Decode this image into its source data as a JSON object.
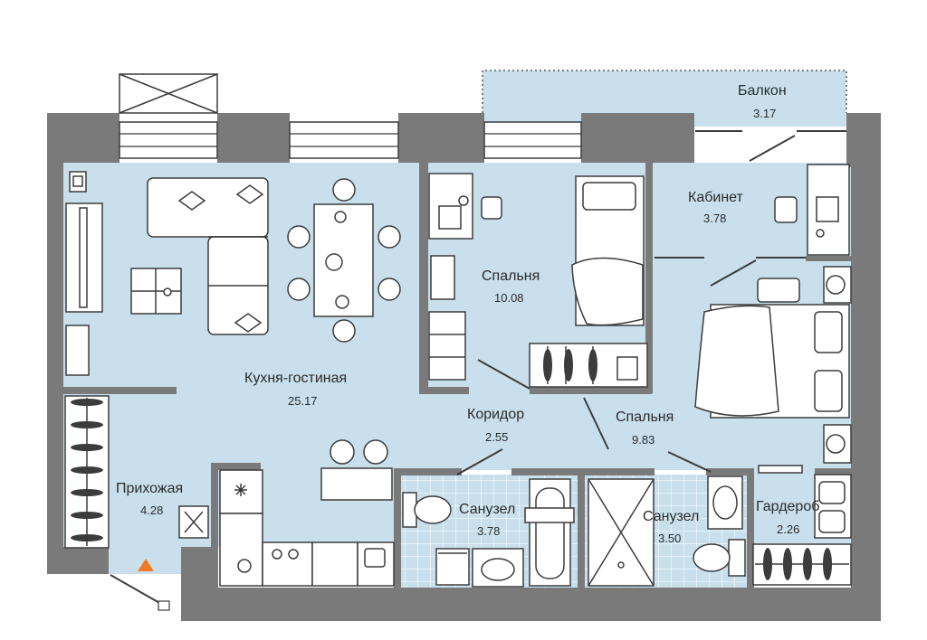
{
  "rooms": {
    "balcony": {
      "name": "Балкон",
      "area": "3.17"
    },
    "office": {
      "name": "Кабинет",
      "area": "3.78"
    },
    "bedroom1": {
      "name": "Спальня",
      "area": "10.08"
    },
    "living": {
      "name": "Кухня-гостиная",
      "area": "25.17"
    },
    "corridor": {
      "name": "Коридор",
      "area": "2.55"
    },
    "bedroom2": {
      "name": "Спальня",
      "area": "9.83"
    },
    "hall": {
      "name": "Прихожая",
      "area": "4.28"
    },
    "bath1": {
      "name": "Санузел",
      "area": "3.78"
    },
    "bath2": {
      "name": "Санузел",
      "area": "3.50"
    },
    "wardrobe": {
      "name": "Гардероб",
      "area": "2.26"
    }
  },
  "colors": {
    "floor": "#c9e0ec",
    "wall": "#7a7a7a",
    "line": "#3c3c3c",
    "furniture": "#ffffff",
    "tile_grid": "#ffffff",
    "entry_marker": "#f07b22"
  },
  "icons": [
    "sofa",
    "dining-table",
    "chair",
    "bed",
    "desk",
    "office-chair",
    "wardrobe-hangers",
    "toilet",
    "sink",
    "bathtub",
    "shower",
    "washing-machine",
    "stove",
    "fridge",
    "radiator",
    "entry-arrow"
  ]
}
